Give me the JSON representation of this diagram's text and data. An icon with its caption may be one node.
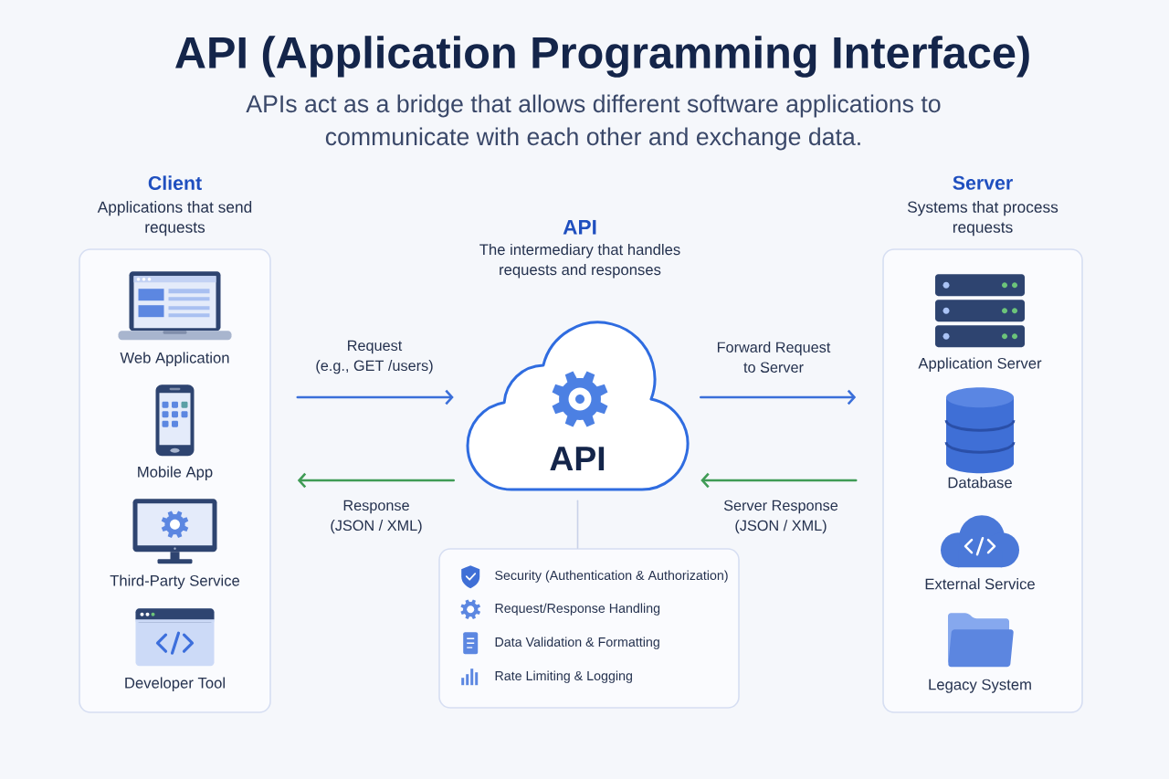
{
  "diagram": {
    "title": "API (Application Programming Interface)",
    "nodes": [
      {
        "text": [
          "Client",
          "Applications that send requests"
        ]
      },
      {
        "text": [
          "Web Application"
        ],
        "in": 0
      },
      {
        "text": [
          "Mobile App"
        ],
        "in": 0
      },
      {
        "text": [
          "Third-Party Service"
        ],
        "in": 0
      },
      {
        "text": [
          "Developer Tool"
        ],
        "in": 0
      },
      {
        "text": [
          "API"
        ],
        "beside": [
          "API",
          "The intermediary that handles requests and responses"
        ]
      },
      {
        "text": [
          "Server",
          "Systems that process requests"
        ]
      },
      {
        "text": [
          "Application Server"
        ],
        "in": 6
      },
      {
        "text": [
          "Database"
        ],
        "in": 6
      },
      {
        "text": [
          "External Service"
        ],
        "in": 6
      },
      {
        "text": [
          "Legacy System"
        ],
        "in": 6
      },
      {
        "text": [
          "Security (Authentication & Authorization)",
          "Request/Response Handling",
          "Data Validation & Formatting",
          "Rate Limiting & Logging"
        ]
      }
    ],
    "edges": [
      {
        "from": 0,
        "to": 5,
        "arrow": "to",
        "label": "Request (e.g., GET /users)",
        "color": "#3b6fd9"
      },
      {
        "from": 5,
        "to": 6,
        "arrow": "to",
        "label": "Forward Request to Server",
        "color": "#3b6fd9"
      },
      {
        "from": 6,
        "to": 5,
        "arrow": "to",
        "label": "Server Response (JSON / XML)",
        "color": "#3f9b55"
      },
      {
        "from": 5,
        "to": 0,
        "arrow": "to",
        "label": "Response (JSON / XML)",
        "color": "#3f9b55"
      },
      {
        "from": 5,
        "to": 11,
        "arrow": "none",
        "color": "#c9d2e8"
      }
    ],
    "labels": [
      "APIs act as a bridge that allows different software applications to communicate with each other and exchange data."
    ]
  }
}
